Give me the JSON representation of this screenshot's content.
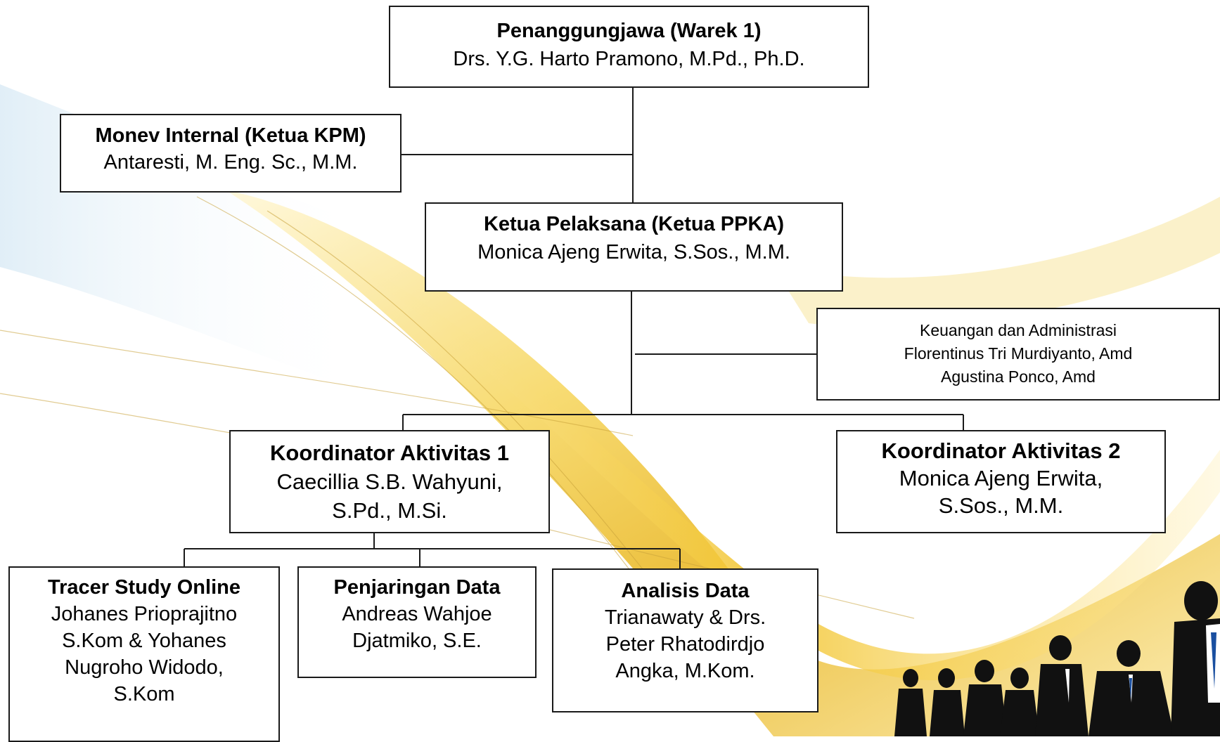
{
  "org_chart": {
    "penanggungjawab": {
      "title": "Penanggungjawa (Warek 1)",
      "name": "Drs. Y.G. Harto Pramono, M.Pd., Ph.D."
    },
    "monev": {
      "title": "Monev Internal (Ketua KPM)",
      "name": "Antaresti, M. Eng. Sc., M.M."
    },
    "ketua_pelaksana": {
      "title": "Ketua Pelaksana (Ketua PPKA)",
      "name": "Monica Ajeng Erwita, S.Sos., M.M."
    },
    "keuangan": {
      "title": "Keuangan dan Administrasi",
      "line1": "Florentinus Tri Murdiyanto, Amd",
      "line2": "Agustina Ponco, Amd"
    },
    "koordinator_1": {
      "title": "Koordinator Aktivitas 1",
      "line1": "Caecillia S.B. Wahyuni,",
      "line2": "S.Pd., M.Si."
    },
    "koordinator_2": {
      "title": "Koordinator Aktivitas 2",
      "line1": "Monica Ajeng Erwita,",
      "line2": "S.Sos., M.M."
    },
    "tracer": {
      "title": "Tracer Study Online",
      "line1": "Johanes Prioprajitno",
      "line2": "S.Kom & Yohanes",
      "line3": "Nugroho Widodo,",
      "line4": "S.Kom"
    },
    "penjaringan": {
      "title": "Penjaringan Data",
      "line1": "Andreas Wahjoe",
      "line2": "Djatmiko, S.E."
    },
    "analisis": {
      "title": "Analisis Data",
      "line1": "Trianawaty & Drs.",
      "line2": "Peter Rhatodirdjo",
      "line3": "Angka, M.Kom."
    }
  }
}
